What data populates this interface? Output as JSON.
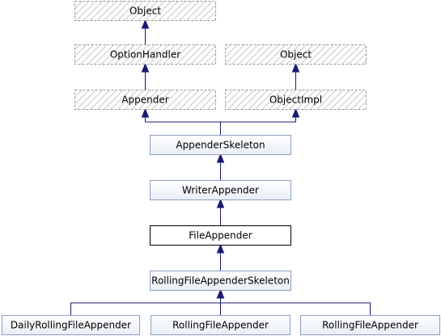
{
  "diagram": {
    "type": "class-inheritance-graph",
    "colors": {
      "edge": "#191970",
      "external_border": "#9A9A9A",
      "external_hatch": "#D8D8D8",
      "internal_fill": "#E8EEF6",
      "internal_border": "#8C9DC0",
      "current_fill": "#FFFFFF",
      "current_border": "#000000"
    },
    "nodes": [
      {
        "id": "object1",
        "label": "Object",
        "style": "external"
      },
      {
        "id": "option_handler",
        "label": "OptionHandler",
        "style": "external"
      },
      {
        "id": "object2",
        "label": "Object",
        "style": "external"
      },
      {
        "id": "appender",
        "label": "Appender",
        "style": "external"
      },
      {
        "id": "object_impl",
        "label": "ObjectImpl",
        "style": "external"
      },
      {
        "id": "appender_skeleton",
        "label": "AppenderSkeleton",
        "style": "internal"
      },
      {
        "id": "writer_appender",
        "label": "WriterAppender",
        "style": "internal"
      },
      {
        "id": "file_appender",
        "label": "FileAppender",
        "style": "current"
      },
      {
        "id": "rolling_skeleton",
        "label": "RollingFileAppenderSkeleton",
        "style": "internal"
      },
      {
        "id": "daily_rolling",
        "label": "DailyRollingFileAppender",
        "style": "internal"
      },
      {
        "id": "rolling1",
        "label": "RollingFileAppender",
        "style": "internal"
      },
      {
        "id": "rolling2",
        "label": "RollingFileAppender",
        "style": "internal"
      }
    ],
    "edges": [
      {
        "from": "option_handler",
        "to": "object1"
      },
      {
        "from": "appender",
        "to": "option_handler"
      },
      {
        "from": "object_impl",
        "to": "object2"
      },
      {
        "from": "appender_skeleton",
        "to": "appender"
      },
      {
        "from": "appender_skeleton",
        "to": "object_impl"
      },
      {
        "from": "writer_appender",
        "to": "appender_skeleton"
      },
      {
        "from": "file_appender",
        "to": "writer_appender"
      },
      {
        "from": "rolling_skeleton",
        "to": "file_appender"
      },
      {
        "from": "daily_rolling",
        "to": "rolling_skeleton"
      },
      {
        "from": "rolling1",
        "to": "rolling_skeleton"
      },
      {
        "from": "rolling2",
        "to": "rolling_skeleton"
      }
    ]
  }
}
